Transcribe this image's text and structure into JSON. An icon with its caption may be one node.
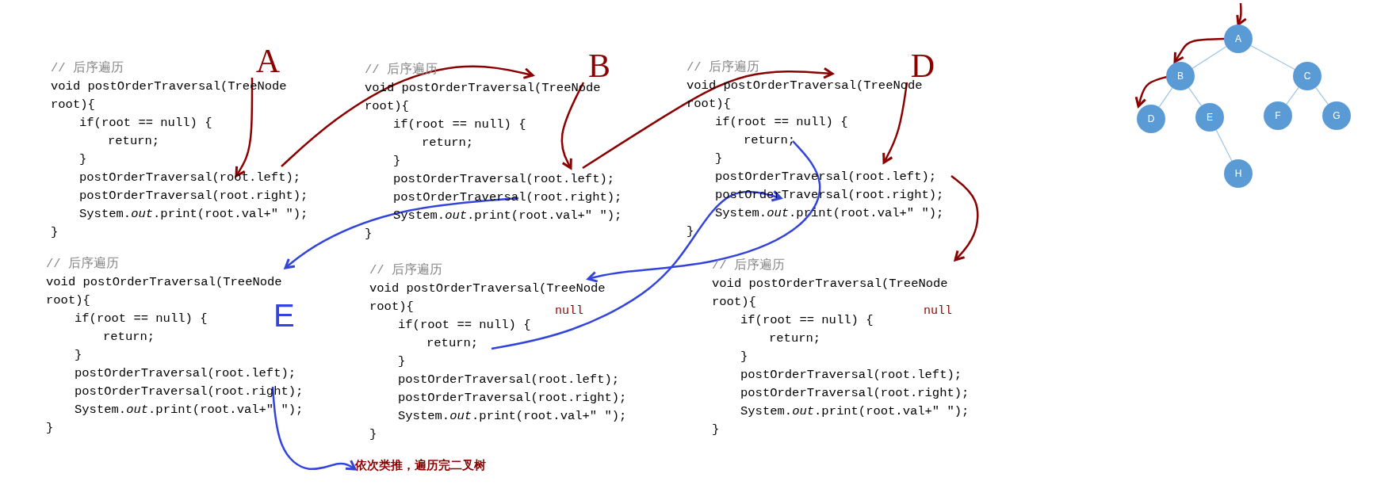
{
  "diagram": {
    "nodes": [
      {
        "text": [
          "// 后序遍历",
          "void postOrderTraversal(TreeNode root){",
          "if(root == null) {",
          "return;",
          "}",
          "postOrderTraversal(root.left);",
          "postOrderTraversal(root.right);",
          "System.*out*.print(root.val+\" \");",
          "}"
        ]
      },
      {
        "text": [
          "// 后序遍历",
          "void postOrderTraversal(TreeNode root){",
          "if(root == null) {",
          "return;",
          "}",
          "postOrderTraversal(root.left);",
          "postOrderTraversal(root.right);",
          "System.*out*.print(root.val+\" \");",
          "}"
        ]
      },
      {
        "text": [
          "// 后序遍历",
          "void postOrderTraversal(TreeNode root){",
          "if(root == null) {",
          "return;",
          "}",
          "postOrderTraversal(root.left);",
          "postOrderTraversal(root.right);",
          "System.*out*.print(root.val+\" \");",
          "}"
        ]
      },
      {
        "text": [
          "// 后序遍历",
          "void postOrderTraversal(TreeNode root){",
          "if(root == null) {",
          "return;",
          "}",
          "postOrderTraversal(root.left);",
          "postOrderTraversal(root.right);",
          "System.*out*.print(root.val+\" \");",
          "}"
        ]
      },
      {
        "text": [
          "// 后序遍历",
          "void postOrderTraversal(TreeNode root){",
          "if(root == null) {",
          "return;",
          "}",
          "postOrderTraversal(root.left);",
          "postOrderTraversal(root.right);",
          "System.*out*.print(root.val+\" \");",
          "}"
        ]
      },
      {
        "text": [
          "// 后序遍历",
          "void postOrderTraversal(TreeNode root){",
          "if(root == null) {",
          "return;",
          "}",
          "postOrderTraversal(root.left);",
          "postOrderTraversal(root.right);",
          "System.*out*.print(root.val+\" \");",
          "}"
        ]
      },
      {
        "text": [
          "A"
        ]
      },
      {
        "text": [
          "B"
        ]
      },
      {
        "text": [
          "D"
        ]
      },
      {
        "text": [
          "依次类推，遍历完二叉树"
        ]
      },
      {
        "text": [
          "A"
        ]
      },
      {
        "text": [
          "B"
        ]
      },
      {
        "text": [
          "C"
        ]
      },
      {
        "text": [
          "D"
        ]
      },
      {
        "text": [
          "E"
        ]
      },
      {
        "text": [
          "F"
        ]
      },
      {
        "text": [
          "G"
        ]
      },
      {
        "text": [
          "H"
        ]
      }
    ],
    "edges": [
      {
        "from": 6,
        "to": 0,
        "arrow": "to",
        "color": "#8b0000"
      },
      {
        "from": 0,
        "to": 1,
        "arrow": "to",
        "color": "#8b0000"
      },
      {
        "from": 7,
        "to": 1,
        "arrow": "to",
        "color": "#8b0000"
      },
      {
        "from": 1,
        "to": 2,
        "arrow": "to",
        "color": "#8b0000"
      },
      {
        "from": 8,
        "to": 2,
        "arrow": "to",
        "color": "#8b0000"
      },
      {
        "from": 2,
        "to": 5,
        "arrow": "to",
        "color": "#8b0000"
      },
      {
        "from": 1,
        "to": 3,
        "arrow": "to",
        "color": "#3344dd"
      },
      {
        "from": 3,
        "to": 9,
        "arrow": "to",
        "color": "#3344dd"
      },
      {
        "from": 2,
        "to": 4,
        "arrow": "to",
        "color": "#3344dd"
      },
      {
        "from": 4,
        "to": 2,
        "arrow": "to",
        "color": "#3344dd"
      },
      {
        "from": 10,
        "to": 11,
        "arrow": "none",
        "color": "#9dc3e6"
      },
      {
        "from": 10,
        "to": 12,
        "arrow": "none",
        "color": "#9dc3e6"
      },
      {
        "from": 11,
        "to": 13,
        "arrow": "none",
        "color": "#9dc3e6"
      },
      {
        "from": 11,
        "to": 14,
        "arrow": "none",
        "color": "#9dc3e6"
      },
      {
        "from": 14,
        "to": 17,
        "arrow": "none",
        "color": "#9dc3e6"
      },
      {
        "from": 12,
        "to": 15,
        "arrow": "none",
        "color": "#9dc3e6"
      },
      {
        "from": 12,
        "to": 16,
        "arrow": "none",
        "color": "#9dc3e6"
      },
      {
        "from": null,
        "to": 10,
        "arrow": "to",
        "color": "#8b0000"
      },
      {
        "from": 10,
        "to": 11,
        "arrow": "to",
        "color": "#8b0000"
      },
      {
        "from": 11,
        "to": 13,
        "arrow": "to",
        "color": "#8b0000"
      }
    ],
    "labels": [
      "E",
      "null",
      "null"
    ]
  }
}
